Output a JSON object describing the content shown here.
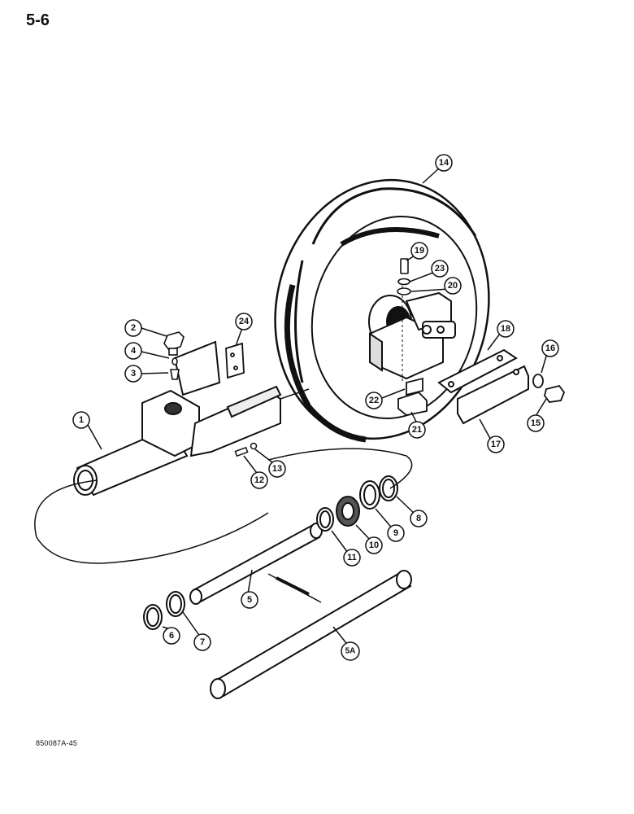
{
  "page": {
    "number": "5-6",
    "figure_code": "850087A-45"
  },
  "callouts": [
    {
      "id": "c1",
      "label": "1"
    },
    {
      "id": "c2",
      "label": "2"
    },
    {
      "id": "c3",
      "label": "3"
    },
    {
      "id": "c4",
      "label": "4"
    },
    {
      "id": "c5",
      "label": "5"
    },
    {
      "id": "c5a",
      "label": "5A"
    },
    {
      "id": "c6",
      "label": "6"
    },
    {
      "id": "c7",
      "label": "7"
    },
    {
      "id": "c8",
      "label": "8"
    },
    {
      "id": "c9",
      "label": "9"
    },
    {
      "id": "c10",
      "label": "10"
    },
    {
      "id": "c11",
      "label": "11"
    },
    {
      "id": "c12",
      "label": "12"
    },
    {
      "id": "c13",
      "label": "13"
    },
    {
      "id": "c14",
      "label": "14"
    },
    {
      "id": "c15",
      "label": "15"
    },
    {
      "id": "c16",
      "label": "16"
    },
    {
      "id": "c17",
      "label": "17"
    },
    {
      "id": "c18",
      "label": "18"
    },
    {
      "id": "c19",
      "label": "19"
    },
    {
      "id": "c20",
      "label": "20"
    },
    {
      "id": "c21",
      "label": "21"
    },
    {
      "id": "c22",
      "label": "22"
    },
    {
      "id": "c23",
      "label": "23"
    },
    {
      "id": "c24",
      "label": "24"
    }
  ]
}
